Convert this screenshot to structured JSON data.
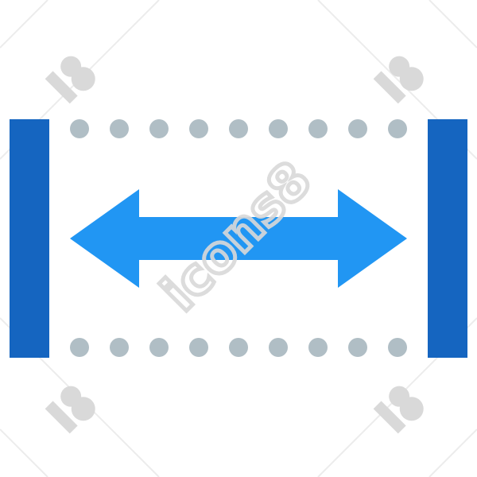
{
  "icon": {
    "name": "horizontal-width-icon",
    "colors": {
      "bar": "#1565c0",
      "arrow": "#2196f3",
      "dot": "#b0bec5",
      "background": "#ffffff",
      "watermark": "#d9d9d9"
    },
    "dot_rows": 2,
    "dots_per_row": 9
  },
  "watermark": {
    "text": "icons8",
    "logo_name": "icons8-logo-icon"
  }
}
